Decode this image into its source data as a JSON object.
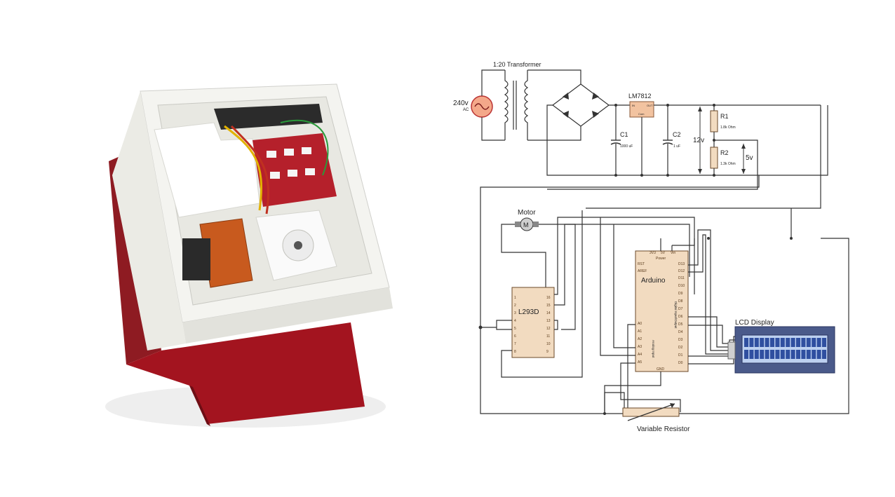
{
  "schematic": {
    "transformer_label": "1:20 Transformer",
    "source_label": "240v",
    "source_sub": "AC",
    "regulator_label": "LM7812",
    "regulator_pins": [
      "IN",
      "OUT",
      "Com"
    ],
    "c1_label": "C1",
    "c1_value": "1000 uF",
    "c2_label": "C2",
    "c2_value": "1 uF",
    "r1_label": "R1",
    "r1_value": "1.8k Ohm",
    "r2_label": "R2",
    "r2_value": "1.3k Ohm",
    "v12_label": "12v",
    "v5_label": "5v",
    "motor_label": "Motor",
    "motor_symbol": "M",
    "driver_label": "L293D",
    "driver_left_pins": [
      "1",
      "2",
      "3",
      "4",
      "5",
      "6",
      "7",
      "8"
    ],
    "driver_right_pins": [
      "16",
      "15",
      "14",
      "13",
      "12",
      "11",
      "10",
      "9"
    ],
    "arduino_label": "Arduino",
    "arduino_top_pins": [
      "3V3",
      "5V",
      "Vin"
    ],
    "arduino_power_label": "Power",
    "arduino_left_pins": [
      "RST",
      "AREF",
      "A0",
      "A1",
      "A2",
      "A3",
      "A4",
      "A5"
    ],
    "arduino_analog_label": "Analog Input",
    "arduino_right_pins": [
      "D13",
      "D12",
      "D11",
      "D10",
      "D9",
      "D8",
      "D7",
      "D6",
      "D5",
      "D4",
      "D3",
      "D2",
      "D1",
      "D0"
    ],
    "arduino_digital_label": "Digital Input/Output",
    "arduino_gnd": "GND",
    "lcd_label": "LCD Display",
    "pot_label": "Variable Resistor"
  },
  "photo": {
    "description_free": true
  }
}
